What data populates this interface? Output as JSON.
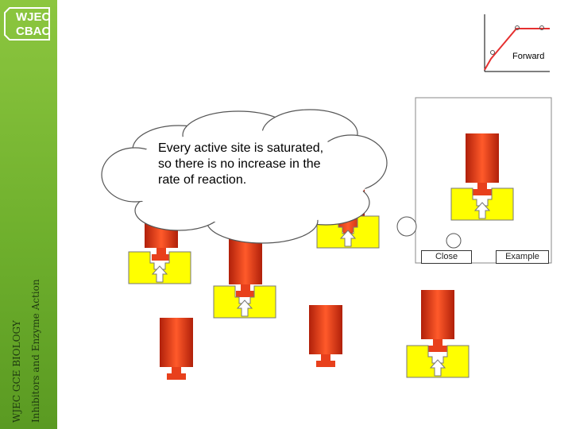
{
  "logo": {
    "line1": "WJEC",
    "line2": "CBAC"
  },
  "sidebar": {
    "subject": "WJEC GCE BIOLOGY",
    "topic": "Inhibitors and Enzyme Action"
  },
  "graph": {
    "label": "Forward"
  },
  "bubble": {
    "text": "Every active site is saturated, so there is no increase in the rate of reaction."
  },
  "panel": {
    "close_label": "Close",
    "example_label": "Example"
  },
  "colors": {
    "sidebar": "#7dbb35",
    "substrate": "#e8401c",
    "enzyme": "#ffff00",
    "graph": "#e53030"
  }
}
